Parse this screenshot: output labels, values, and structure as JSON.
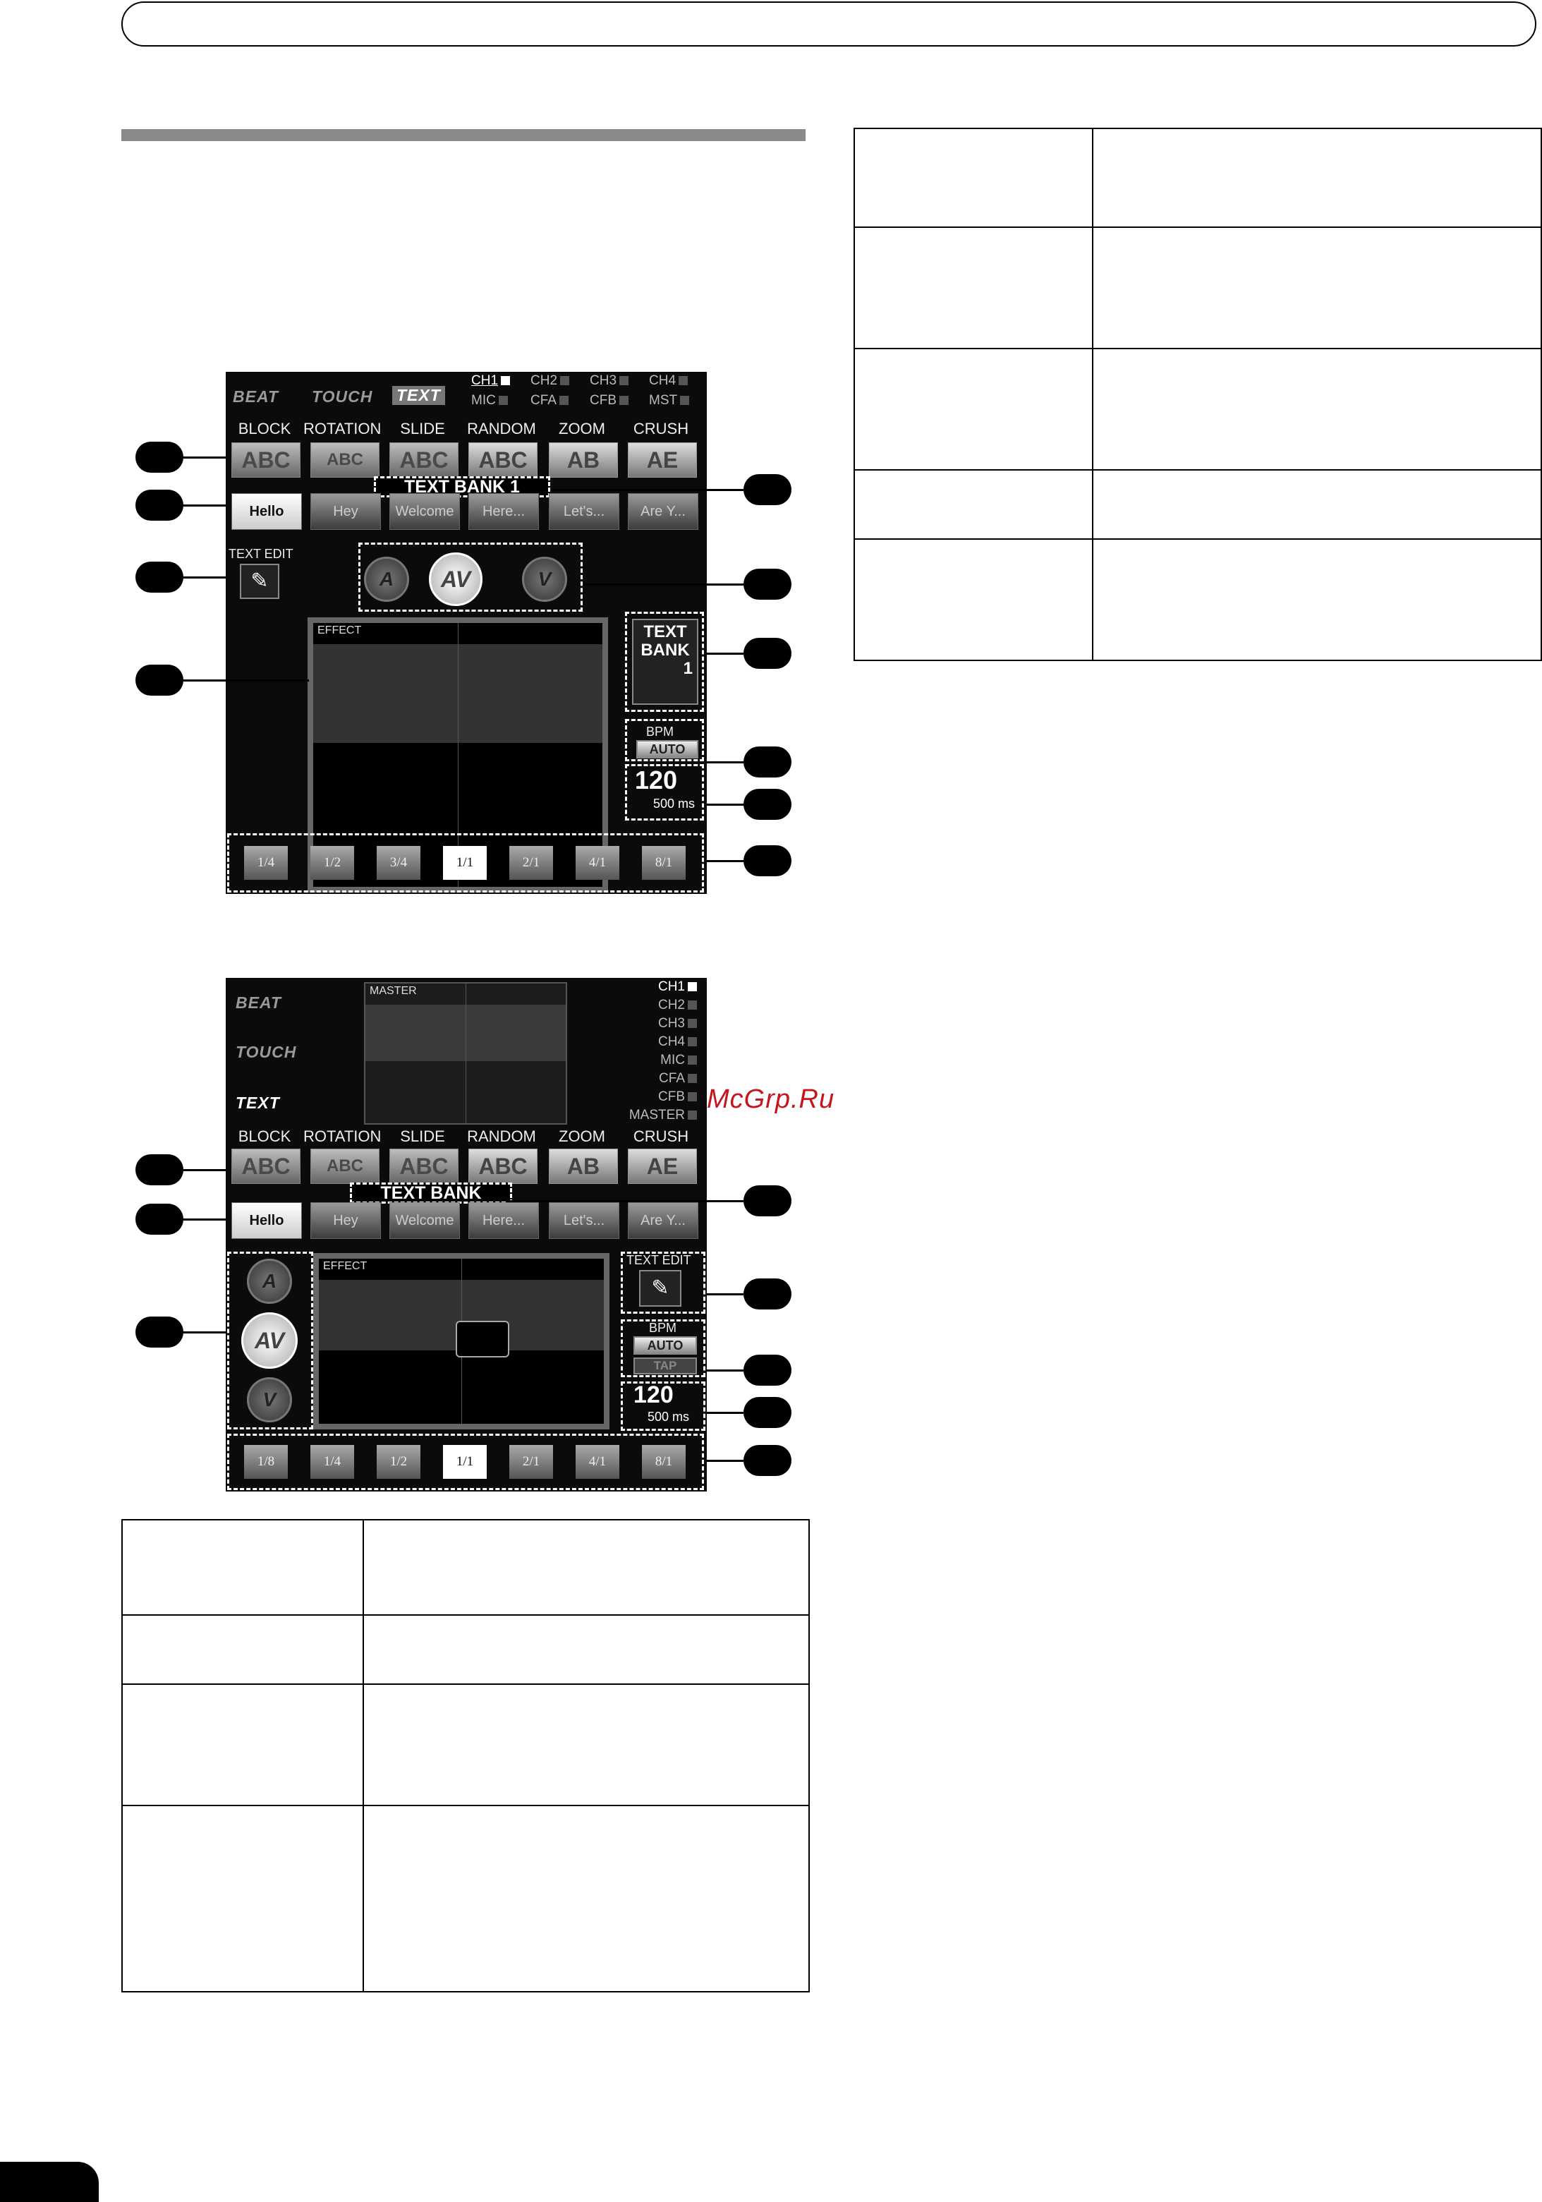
{
  "screen1": {
    "modes": [
      "BEAT",
      "TOUCH",
      "TEXT"
    ],
    "channels": [
      "CH1",
      "CH2",
      "CH3",
      "CH4",
      "MIC",
      "CFA",
      "CFB",
      "MST"
    ],
    "patterns": [
      "BLOCK",
      "ROTATION",
      "SLIDE",
      "RANDOM",
      "ZOOM",
      "CRUSH"
    ],
    "pattern_icons": [
      "ABC",
      "ABC",
      "ABC",
      "ABC",
      "AB",
      "AE"
    ],
    "text_bank_label": "TEXT BANK",
    "text_bank_badge": "1",
    "bank_texts": [
      "Hello",
      "Hey",
      "Welcome",
      "Here...",
      "Let's...",
      "Are Y..."
    ],
    "text_edit": "TEXT EDIT",
    "effect_label": "EFFECT",
    "av_buttons": [
      "A",
      "AV",
      "V"
    ],
    "text_bank_side": [
      "TEXT",
      "BANK",
      "1"
    ],
    "bpm_label": "BPM",
    "bpm_auto": "AUTO",
    "bpm_value": "120",
    "bpm_ms": "500 ms",
    "beats": [
      "1/4",
      "1/2",
      "3/4",
      "1/1",
      "2/1",
      "4/1",
      "8/1"
    ]
  },
  "screen2": {
    "modes": [
      "BEAT",
      "TOUCH",
      "TEXT"
    ],
    "master_label": "MASTER",
    "channels": [
      "CH1",
      "CH2",
      "CH3",
      "CH4",
      "MIC",
      "CFA",
      "CFB",
      "MASTER"
    ],
    "patterns": [
      "BLOCK",
      "ROTATION",
      "SLIDE",
      "RANDOM",
      "ZOOM",
      "CRUSH"
    ],
    "pattern_icons": [
      "ABC",
      "ABC",
      "ABC",
      "ABC",
      "AB",
      "AE"
    ],
    "text_bank_label": "TEXT BANK",
    "bank_texts": [
      "Hello",
      "Hey",
      "Welcome",
      "Here...",
      "Let's...",
      "Are Y..."
    ],
    "effect_label": "EFFECT",
    "av_buttons": [
      "A",
      "AV",
      "V"
    ],
    "text_edit": "TEXT EDIT",
    "bpm_label": "BPM",
    "bpm_auto": "AUTO",
    "bpm_tap": "TAP",
    "bpm_value": "120",
    "bpm_ms": "500 ms",
    "beats": [
      "1/8",
      "1/4",
      "1/2",
      "1/1",
      "2/1",
      "4/1",
      "8/1"
    ]
  },
  "watermark": "McGrp.Ru"
}
